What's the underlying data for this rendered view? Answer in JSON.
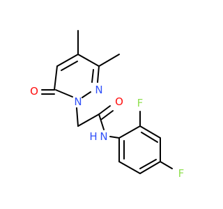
{
  "molecule": {
    "atoms": {
      "o_ring": {
        "text": "O",
        "color": "#FF0D0D"
      },
      "n1": {
        "text": "N",
        "color": "#3050F8"
      },
      "n2": {
        "text": "N",
        "color": "#3050F8"
      },
      "o_amide": {
        "text": "O",
        "color": "#FF0D0D"
      },
      "nh": {
        "text": "N",
        "color": "#3050F8"
      },
      "h": {
        "text": "H",
        "color": "#3050F8"
      },
      "f_ortho": {
        "text": "F",
        "color": "#90E050"
      },
      "f_para": {
        "text": "F",
        "color": "#90E050"
      }
    }
  }
}
